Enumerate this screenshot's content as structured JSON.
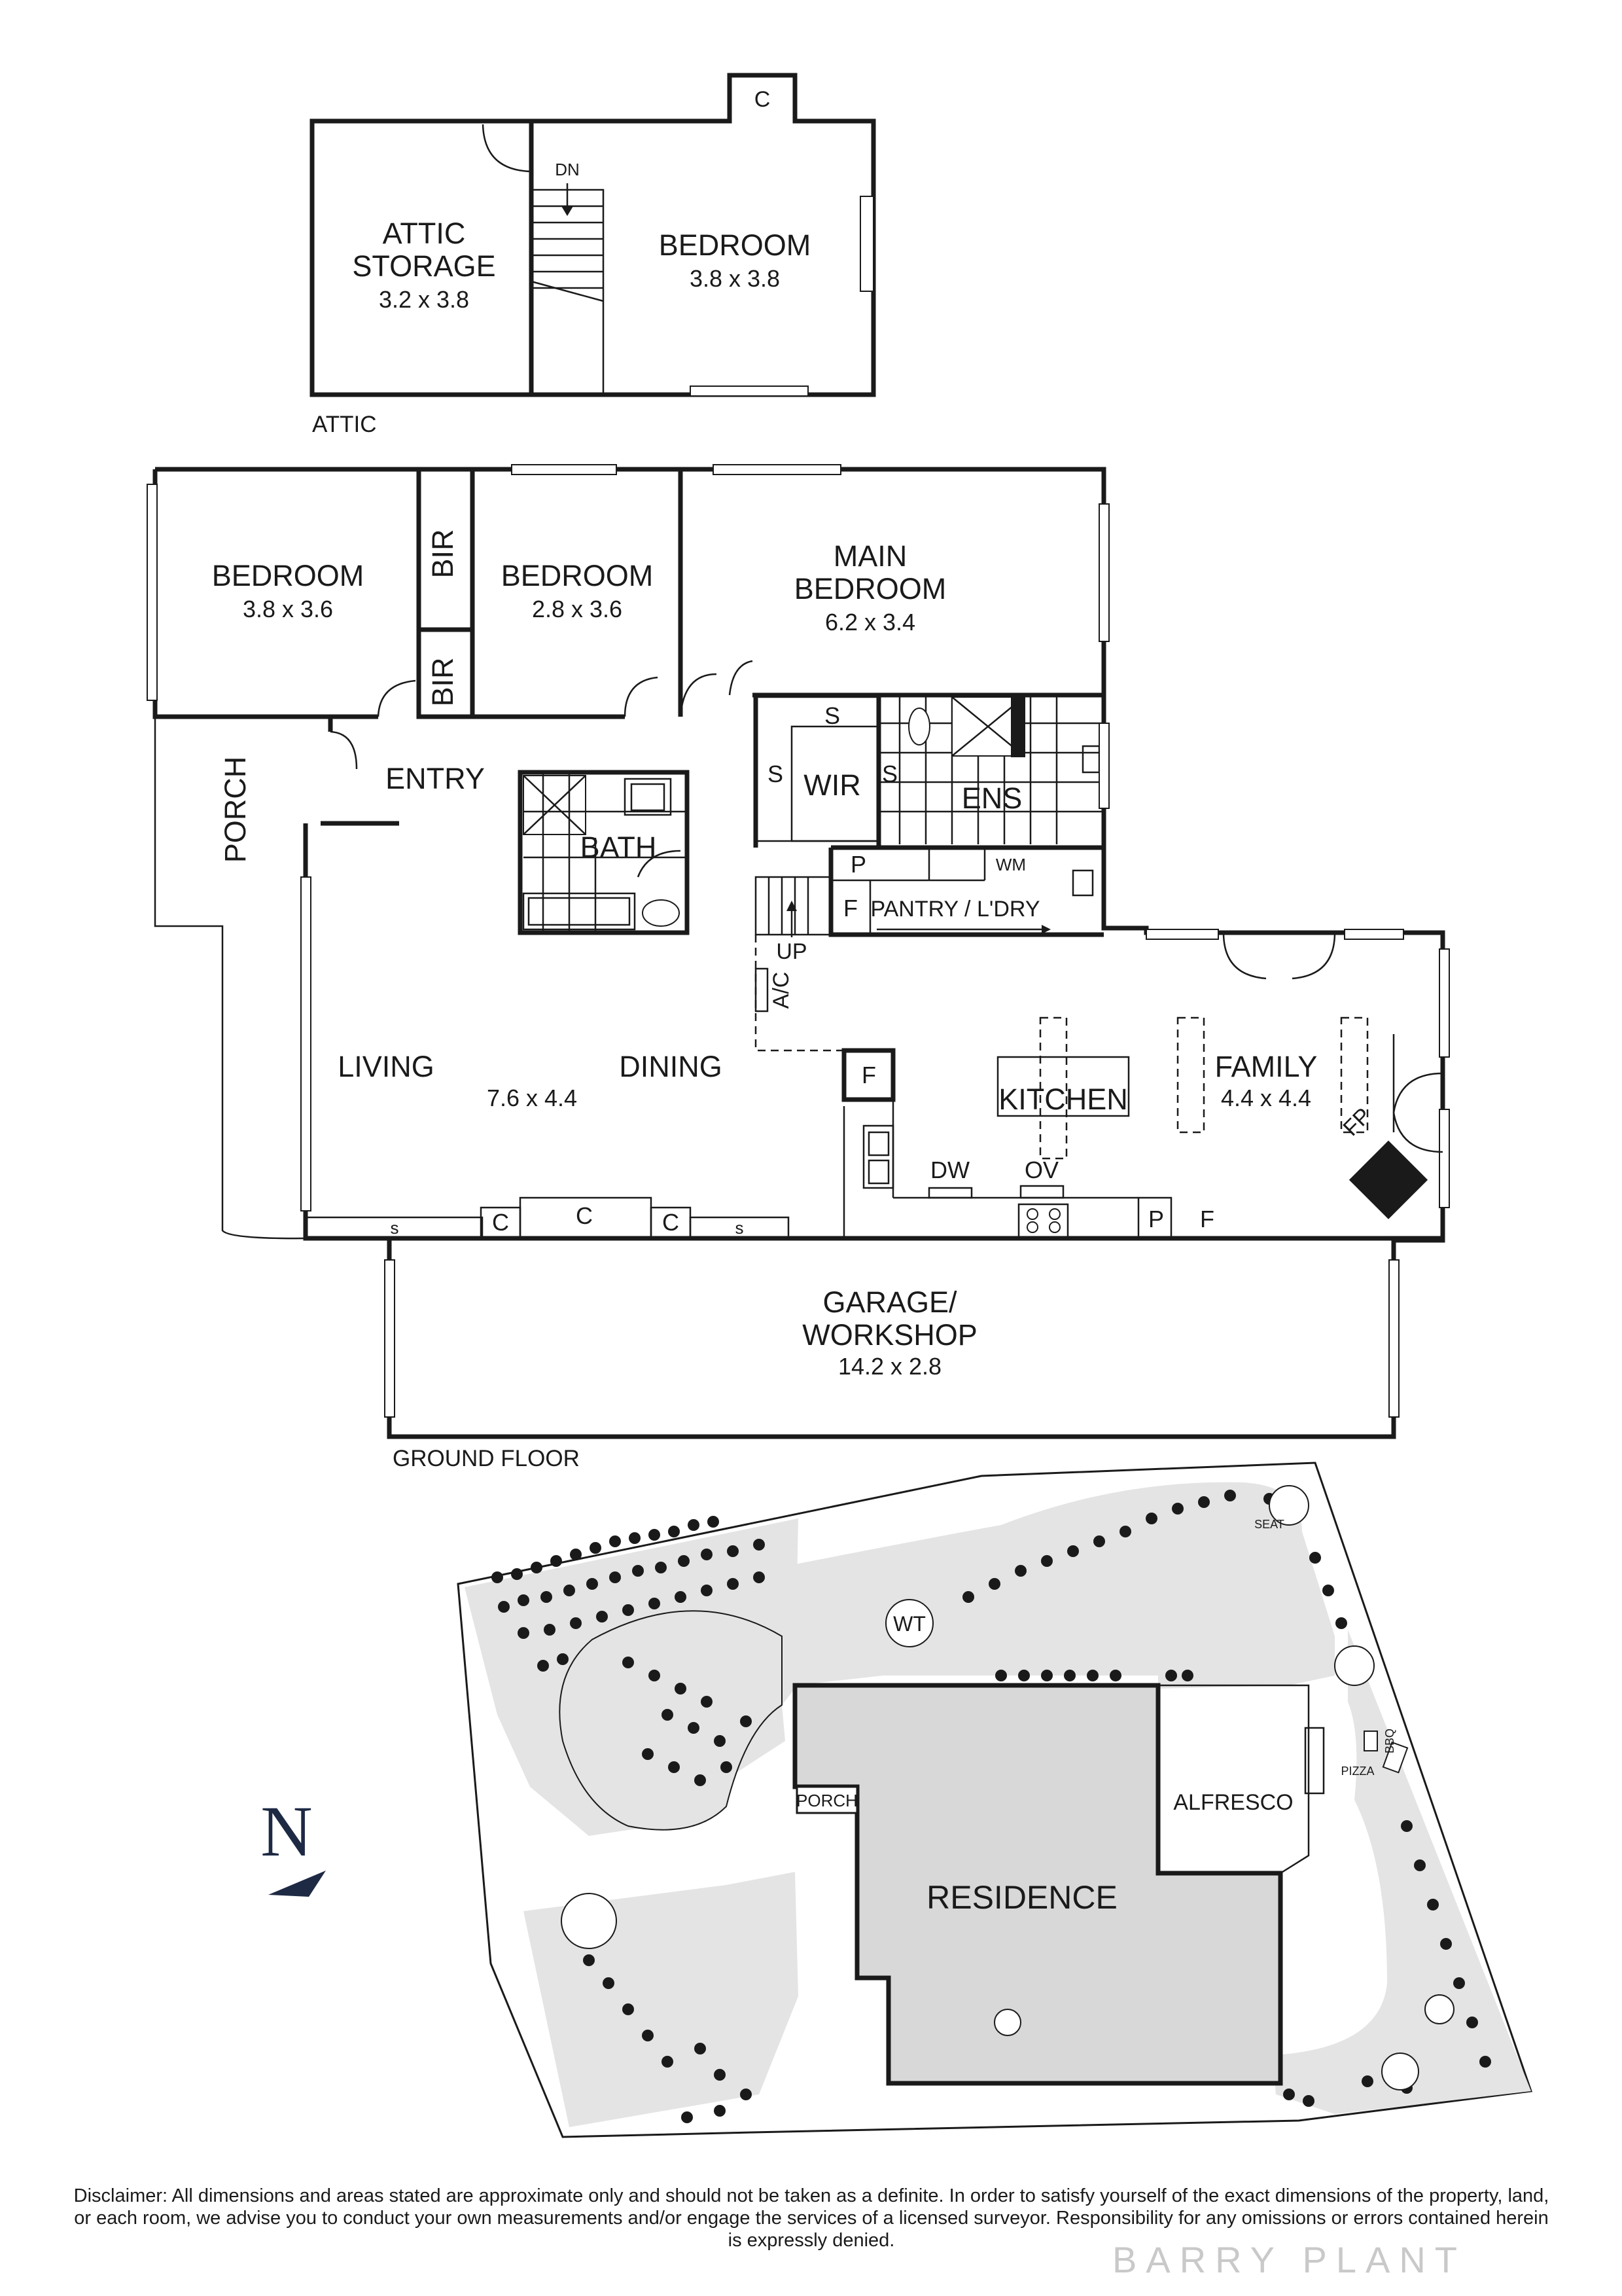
{
  "attic": {
    "label": "ATTIC",
    "rooms": {
      "attic_storage": {
        "name_line1": "ATTIC",
        "name_line2": "STORAGE",
        "dims": "3.2 x 3.8"
      },
      "bedroom": {
        "name": "BEDROOM",
        "dims": "3.8 x 3.8"
      }
    },
    "marks": {
      "stair_dn": "DN",
      "cupboard": "C"
    }
  },
  "ground": {
    "label": "GROUND FLOOR",
    "rooms": {
      "bedroom_west": {
        "name": "BEDROOM",
        "dims": "3.8 x 3.6"
      },
      "bedroom_mid": {
        "name": "BEDROOM",
        "dims": "2.8 x 3.6"
      },
      "main_bedroom": {
        "name_line1": "MAIN",
        "name_line2": "BEDROOM",
        "dims": "6.2 x 3.4"
      },
      "entry": {
        "name": "ENTRY"
      },
      "porch": {
        "name": "PORCH"
      },
      "bath": {
        "name": "BATH"
      },
      "wir": {
        "name": "WIR"
      },
      "ens": {
        "name": "ENS"
      },
      "pantry": {
        "name": "PANTRY / L'DRY"
      },
      "living": {
        "name": "LIVING",
        "dims": "7.6 x 4.4"
      },
      "dining": {
        "name": "DINING"
      },
      "kitchen": {
        "name": "KITCHEN"
      },
      "family": {
        "name": "FAMILY",
        "dims": "4.4 x 4.4"
      },
      "garage": {
        "name_line1": "GARAGE/",
        "name_line2": "WORKSHOP",
        "dims": "14.2 x 2.8"
      }
    },
    "marks": {
      "bir": "BIR",
      "shelf": "S",
      "pantry_p": "P",
      "fridge_f": "F",
      "wm": "WM",
      "up": "UP",
      "ac": "A/C",
      "dw": "DW",
      "ov": "OV",
      "fp": "FP",
      "cupboard": "C",
      "shelf_lower": "s"
    }
  },
  "site": {
    "residence": "RESIDENCE",
    "porch": "PORCH",
    "alfresco": "ALFRESCO",
    "pizza": "PIZZA",
    "bbq": "BBQ",
    "seat": "SEAT",
    "water_tank": "WT",
    "north": "N"
  },
  "colors": {
    "walls": "#1a1a1a",
    "garden": "#e4e4e4",
    "residence_fill": "#d8d8d8",
    "watermark": "#c9c9c9"
  },
  "disclaimer": "Disclaimer: All dimensions and areas stated are approximate only and should not be taken as a definite. In order to satisfy yourself of the exact dimensions of the property, land, or each room, we advise you to conduct your own measurements and/or engage the services of a licensed surveyor. Responsibility for any omissions or errors contained herein is expressly denied.",
  "watermark": "BARRY PLANT"
}
